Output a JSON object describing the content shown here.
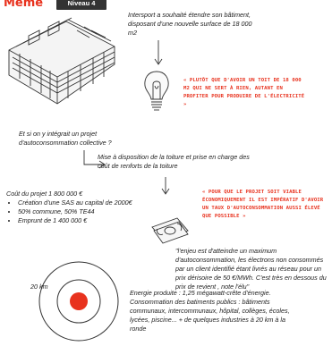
{
  "header": {
    "title": "Même",
    "level_badge": "Niveau 4"
  },
  "notes": {
    "intersport": "Intersport a souhaité étendre son bâtiment, disposant d'une nouvelle surface de 18 000 m2",
    "quote_roof": "« PLUTÔT QUE D'AVOIR UN TOIT DE 18 000 M2 QUI NE SERT À RIEN, AUTANT EN PROFITER POUR PRODUIRE DE L'ÉLECTRICITÉ »",
    "question": "Et si on y intégrait un projet d'autoconsommation collective ?",
    "roof_provision": "Mise à disposition de la toiture et prise en charge des coût de renforts de la toiture",
    "cost_title": "Coût du projet 1 800 000 €",
    "cost_items": [
      "Création d'une SAS au capital de 2000€",
      "50% commune, 50% TE44",
      "Emprunt de 1 400 000 €"
    ],
    "quote_viable": "« POUR QUE LE PROJET SOIT VIABLE ÉCONOMIQUEMENT IL EST IMPÉRATIF D'AVOIR UN TAUX D'AUTOCONSOMMATION AUSSI ÉLEVÉ QUE POSSIBLE »",
    "stake": "\"l'enjeu est d'atteindre un maximum d'autoconsommation, les électrons non consommés par un client identifié étant livrés au réseau pour un prix dérisoire de 50 €/MWh. C'est très en dessous du prix de revient , note l'élu\"",
    "radius_label": "20 km",
    "energy": "Energie produite : 1,25 mégawatt-crête d'énergie. Consommation des batiments publics : bâtiments communaux, intercommunaux, hôpital, collèges, écoles, lycées, piscine... + de quelques industries à 20 km à la ronde"
  },
  "icons": {
    "building": "building-sketch-icon",
    "bulb": "lightbulb-icon",
    "money": "money-bills-icon",
    "target": "target-radius-icon"
  },
  "colors": {
    "accent": "#e8321e",
    "badge": "#333333",
    "text": "#222222"
  }
}
